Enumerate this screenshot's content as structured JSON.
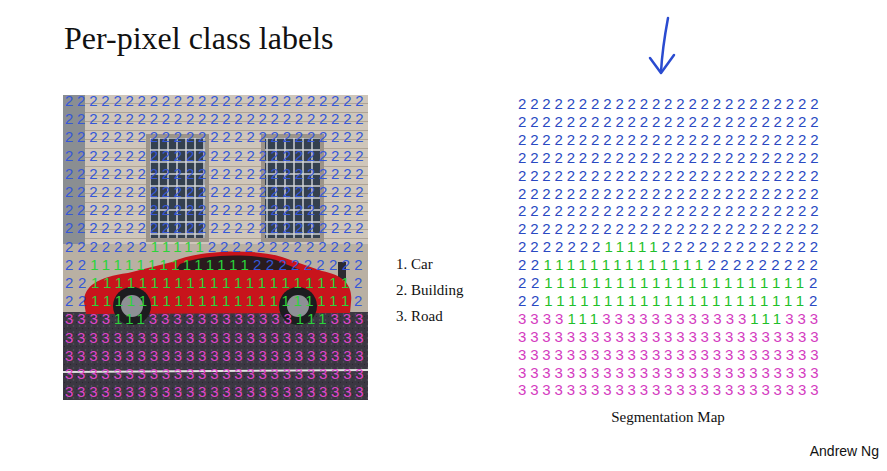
{
  "diagram": {
    "title": "Per-pixel class labels",
    "caption": "Segmentation Map",
    "labels": [
      "2222222222222222222222222",
      "2222222222222222222222222",
      "2222222222222222222222222",
      "2222222222222222222222222",
      "2222222222222222222222222",
      "2222222222222222222222222",
      "2222222222222222222222222",
      "2222222222222222222222222",
      "2222222111112222222222222",
      "2211111111111111222222222",
      "2211111111111111111111112",
      "2211111111111111111111112",
      "3333111333333333333111333",
      "3333333333333333333333333",
      "3333333333333333333333333",
      "3333333333333333333333333",
      "3333333333333333333333333",
      "1. Car",
      "2. Building",
      "3. Road",
      "2222222222222222222222222",
      "2222222222222222222222222",
      "2222222222222222222222222",
      "2222222222222222222222222",
      "2222222222222222222222222",
      "2222222222222222222222222",
      "2222222222222222222222222",
      "2222222222222222222222222",
      "2222222111112222222222222",
      "2211111111111111222222222",
      "2211111111111111111111112",
      "2211111111111111111111112",
      "3333111333333333333111333",
      "3333333333333333333333333",
      "3333333333333333333333333",
      "3333333333333333333333333",
      "3333333333333333333333333",
      "Andrew Ng"
    ]
  }
}
